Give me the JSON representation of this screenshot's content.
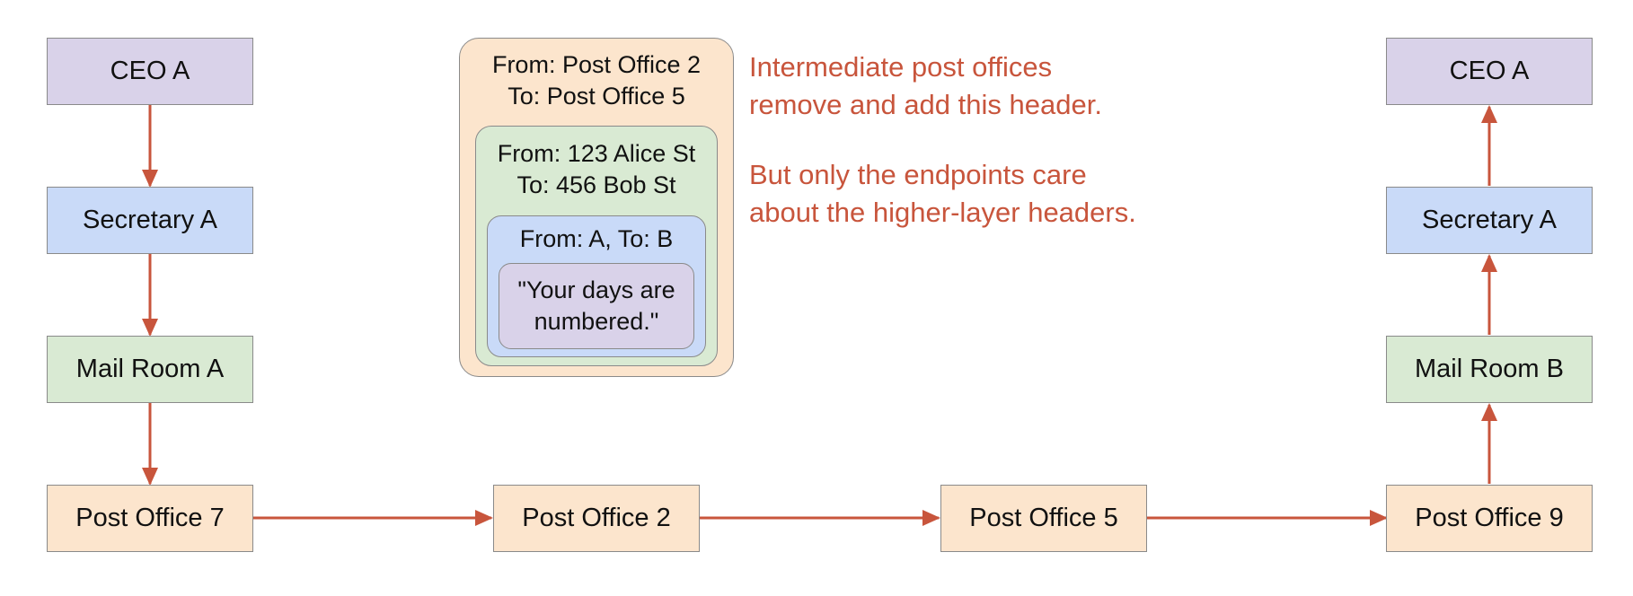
{
  "left_stack": {
    "ceo": "CEO A",
    "secretary": "Secretary A",
    "mailroom": "Mail Room A",
    "post_office": "Post Office 7"
  },
  "right_stack": {
    "ceo": "CEO A",
    "secretary": "Secretary A",
    "mailroom": "Mail Room B",
    "post_office": "Post Office 9"
  },
  "middle_offices": {
    "first": "Post Office 2",
    "second": "Post Office 5"
  },
  "envelope": {
    "outer": {
      "line1": "From: Post Office 2",
      "line2": "To: Post Office 5"
    },
    "middle": {
      "line1": "From: 123 Alice St",
      "line2": "To: 456 Bob St"
    },
    "inner": {
      "line1": "From: A, To: B"
    },
    "message": {
      "line1": "\"Your days are",
      "line2": "numbered.\""
    }
  },
  "notes": {
    "note1_line1": "Intermediate post offices",
    "note1_line2": "remove and add this header.",
    "note2_line1": "But only the endpoints care",
    "note2_line2": "about the higher-layer headers."
  },
  "colors": {
    "arrow": "#c8553c",
    "purple": "#d9d2e9",
    "blue": "#c9daf8",
    "green": "#d9ead3",
    "peach": "#fce5cd"
  }
}
